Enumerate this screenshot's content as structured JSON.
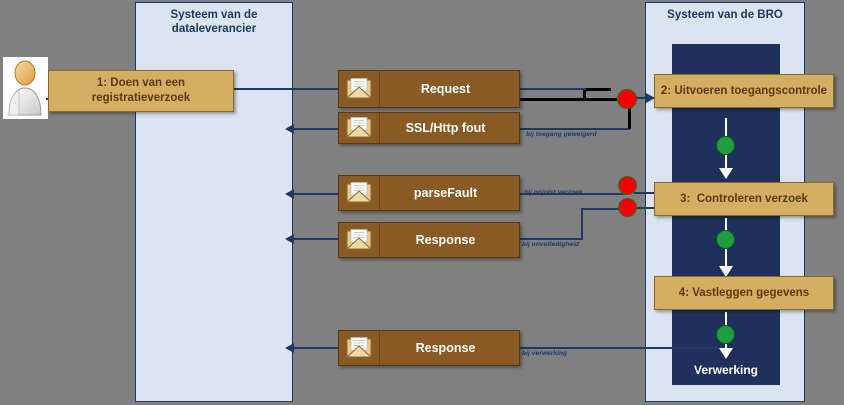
{
  "lanes": {
    "supplier": {
      "title_line1": "Systeem van de",
      "title_line2": "dataleverancier"
    },
    "bro": {
      "title": "Systeem van de BRO",
      "band_label": "Verwerking"
    }
  },
  "actor": {
    "icon": "user-actor-icon"
  },
  "steps": [
    {
      "id": "step-1",
      "label": "1: Doen van een\nregistratieverzoek"
    },
    {
      "id": "step-2",
      "label": "2: Uitvoeren toegangscontrole"
    },
    {
      "id": "step-3",
      "label": "3:  Controleren verzoek"
    },
    {
      "id": "step-4",
      "label": "4: Vastleggen gegevens"
    }
  ],
  "messages": [
    {
      "id": "msg-request-top",
      "label": "Request",
      "icon": "envelope-icon"
    },
    {
      "id": "msg-ssl-http-fout",
      "label": "SSL/Http fout",
      "icon": "envelope-icon"
    },
    {
      "id": "msg-parsefault",
      "label": "parseFault",
      "icon": "envelope-icon"
    },
    {
      "id": "msg-response-mid",
      "label": "Response",
      "icon": "envelope-icon"
    },
    {
      "id": "msg-response-bottom",
      "label": "Response",
      "icon": "envelope-icon"
    }
  ],
  "annotations": [
    {
      "id": "annot-toegang",
      "text": "bij toegang geweigerd"
    },
    {
      "id": "annot-onjuist",
      "text": "bij onjuist verzoek"
    },
    {
      "id": "annot-onvolledig",
      "text": "bij onvolledigheid"
    },
    {
      "id": "annot-verwerking",
      "text": "bij verwerking"
    }
  ],
  "colors": {
    "lane_fill": "#dbe5f1",
    "lane_border": "#1f3864",
    "navy_band": "#20305c",
    "message_box": "#8a5a24",
    "process_box": "#d3ae63",
    "connector": "#1f3864",
    "dot_red": "#f50000",
    "dot_green": "#1e9e3e",
    "background": "#808080"
  }
}
